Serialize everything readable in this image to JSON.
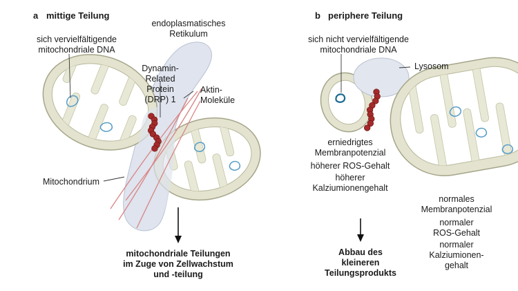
{
  "panel_a": {
    "title_letter": "a",
    "title": "mittige Teilung",
    "label_mtdna": "sich vervielfältigende\nmitochondriale DNA",
    "label_er": "endoplasmatisches\nRetikulum",
    "label_drp": "Dynamin-\nRelated\nProtein\n(DRP) 1",
    "label_actin": "Aktin-\nMoleküle",
    "label_mito": "Mitochondrium",
    "result": "mitochondriale Teilungen\nim Zuge von Zellwachstum\nund -teilung"
  },
  "panel_b": {
    "title_letter": "b",
    "title": "periphere Teilung",
    "label_mtdna": "sich nicht vervielfältigende\nmitochondriale DNA",
    "label_lysosome": "Lysosom",
    "small_membrane": "erniedrigtes\nMembranpotenzial",
    "small_ros": "höherer ROS-Gehalt",
    "small_calcium": "höherer\nKalziumionengehalt",
    "large_membrane": "normales\nMembranpotenzial",
    "large_ros": "normaler\nROS-Gehalt",
    "large_calcium": "normaler\nKalziumionen-\ngehalt",
    "result": "Abbau des\nkleineren\nTeilungsprodukts"
  },
  "colors": {
    "mito_outer": "#e3e3cf",
    "mito_stroke": "#a5a58a",
    "mito_inner": "#ffffff",
    "cristae": "#e8e8d6",
    "dna": "#5a9fc8",
    "er": "#dfe4ee",
    "lysosome": "#e2e6ee",
    "drp": "#a52a2a",
    "actin": "#d98383"
  }
}
